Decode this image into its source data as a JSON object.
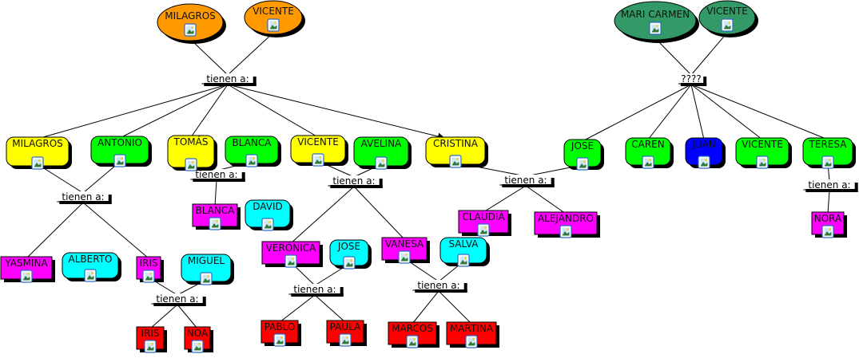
{
  "colors": {
    "orange": "#ff9900",
    "yellow": "#ffff00",
    "green": "#00ff00",
    "darkgreen": "#339966",
    "cyan": "#00ffff",
    "magenta": "#ff00ff",
    "red": "#ff0000",
    "blue": "#0000ff"
  },
  "node_image_icon": "picture-icon",
  "concepts": [
    {
      "id": "gp1",
      "label": "MILAGROS",
      "color": "orange",
      "shape": "ellipse"
    },
    {
      "id": "gp2",
      "label": "VICENTE",
      "color": "orange",
      "shape": "ellipse"
    },
    {
      "id": "milagros",
      "label": "MILAGROS",
      "color": "yellow",
      "shape": "rounded"
    },
    {
      "id": "antonio",
      "label": "ANTONIO",
      "color": "green",
      "shape": "rounded"
    },
    {
      "id": "tomas",
      "label": "TOMÁS",
      "color": "yellow",
      "shape": "rounded"
    },
    {
      "id": "blanca1",
      "label": "BLANCA",
      "color": "green",
      "shape": "rounded"
    },
    {
      "id": "vicente1",
      "label": "VICENTE",
      "color": "yellow",
      "shape": "rounded"
    },
    {
      "id": "avelina",
      "label": "AVELINA",
      "color": "green",
      "shape": "rounded"
    },
    {
      "id": "cristina",
      "label": "CRISTINA",
      "color": "yellow",
      "shape": "rounded"
    },
    {
      "id": "yasmina",
      "label": "YASMINA",
      "color": "magenta",
      "shape": "rect"
    },
    {
      "id": "alberto",
      "label": "ALBERTO",
      "color": "cyan",
      "shape": "rounded"
    },
    {
      "id": "iris1",
      "label": "IRIS",
      "color": "magenta",
      "shape": "rect"
    },
    {
      "id": "miguel",
      "label": "MIGUEL",
      "color": "cyan",
      "shape": "rounded"
    },
    {
      "id": "iris2",
      "label": "IRIS",
      "color": "red",
      "shape": "rect"
    },
    {
      "id": "noa",
      "label": "NOA",
      "color": "red",
      "shape": "rect"
    },
    {
      "id": "blanca2",
      "label": "BLANCA",
      "color": "magenta",
      "shape": "rect"
    },
    {
      "id": "david",
      "label": "DAVID",
      "color": "cyan",
      "shape": "rounded"
    },
    {
      "id": "veronica",
      "label": "VERÓNICA",
      "color": "magenta",
      "shape": "rect"
    },
    {
      "id": "jose1",
      "label": "JOSE",
      "color": "cyan",
      "shape": "rounded"
    },
    {
      "id": "vanesa",
      "label": "VANESA",
      "color": "magenta",
      "shape": "rect"
    },
    {
      "id": "salva",
      "label": "SALVA",
      "color": "cyan",
      "shape": "rounded"
    },
    {
      "id": "pablo",
      "label": "PABLO",
      "color": "red",
      "shape": "rect"
    },
    {
      "id": "paula",
      "label": "PAULA",
      "color": "red",
      "shape": "rect"
    },
    {
      "id": "marcos",
      "label": "MARCOS",
      "color": "red",
      "shape": "rect"
    },
    {
      "id": "martina",
      "label": "MARTINA",
      "color": "red",
      "shape": "rect"
    },
    {
      "id": "claudia",
      "label": "CLAUDIA",
      "color": "magenta",
      "shape": "rect"
    },
    {
      "id": "alejandro",
      "label": "ALEJANDRO",
      "color": "magenta",
      "shape": "rect"
    },
    {
      "id": "gp3",
      "label": "MARI CARMEN",
      "color": "darkgreen",
      "shape": "ellipse"
    },
    {
      "id": "gp4",
      "label": "VICENTE",
      "color": "darkgreen",
      "shape": "ellipse"
    },
    {
      "id": "jose2",
      "label": "JOSE",
      "color": "green",
      "shape": "rounded"
    },
    {
      "id": "caren",
      "label": "CAREN",
      "color": "green",
      "shape": "rounded"
    },
    {
      "id": "juan",
      "label": "JUAN",
      "color": "blue",
      "shape": "rounded"
    },
    {
      "id": "vicente2",
      "label": "VICENTE",
      "color": "green",
      "shape": "rounded"
    },
    {
      "id": "teresa",
      "label": "TERESA",
      "color": "green",
      "shape": "rounded"
    },
    {
      "id": "nora",
      "label": "NORA",
      "color": "magenta",
      "shape": "rect"
    }
  ],
  "links": [
    {
      "id": "l1",
      "label": "tienen a:",
      "from": [
        "gp1",
        "gp2"
      ],
      "to": [
        "milagros",
        "antonio",
        "tomas",
        "vicente1",
        "cristina"
      ],
      "arrow_to": [
        "cristina"
      ]
    },
    {
      "id": "l2",
      "label": "tienen a:",
      "from": [
        "milagros",
        "antonio"
      ],
      "to": [
        "yasmina",
        "iris1"
      ]
    },
    {
      "id": "l3",
      "label": "tienen a:",
      "from": [
        "iris1",
        "miguel"
      ],
      "to": [
        "iris2",
        "noa"
      ]
    },
    {
      "id": "l4",
      "label": "tienen a:",
      "from": [
        "tomas",
        "blanca1"
      ],
      "to": [
        "blanca2"
      ]
    },
    {
      "id": "l5",
      "label": "tienen a:",
      "from": [
        "vicente1",
        "avelina"
      ],
      "to": [
        "veronica",
        "vanesa"
      ]
    },
    {
      "id": "l6",
      "label": "tienen a:",
      "from": [
        "veronica",
        "jose1"
      ],
      "to": [
        "pablo",
        "paula"
      ]
    },
    {
      "id": "l7",
      "label": "tienen a:",
      "from": [
        "vanesa",
        "salva"
      ],
      "to": [
        "marcos",
        "martina"
      ]
    },
    {
      "id": "l8",
      "label": "tienen a:",
      "from": [
        "cristina",
        "jose2"
      ],
      "to": [
        "claudia",
        "alejandro"
      ]
    },
    {
      "id": "l9",
      "label": "????",
      "from": [
        "gp3",
        "gp4"
      ],
      "to": [
        "jose2",
        "caren",
        "juan",
        "vicente2",
        "teresa"
      ]
    },
    {
      "id": "l10",
      "label": "tienen a:",
      "from": [
        "teresa"
      ],
      "to": [
        "nora"
      ]
    }
  ]
}
